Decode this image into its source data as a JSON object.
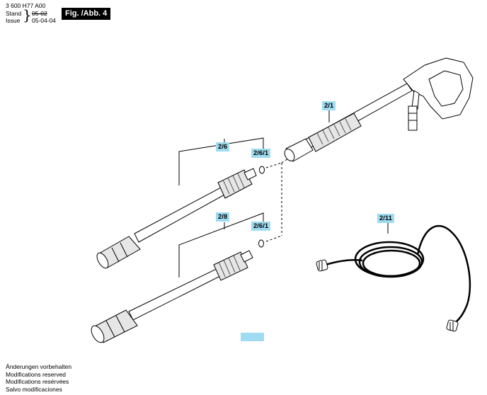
{
  "header": {
    "doc_number": "3 600 H77 A00",
    "stand_label": "Stand",
    "issue_label": "Issue",
    "stand_date": "05-02",
    "issue_date": "05-04-04",
    "figure_label": "Fig. /Abb. 4"
  },
  "parts": {
    "gun": "2/1",
    "lance_top": "2/6",
    "oring_top": "2/6/1",
    "lance_bottom": "2/8",
    "oring_bottom": "2/6/1",
    "hose": "2/11"
  },
  "footer": {
    "de": "Änderungen vorbehalten",
    "en": "Modifications reserved",
    "fr": "Modifications resérvées",
    "es": "Salvo modificaciones"
  },
  "colors": {
    "label_bg": "#9fdcf2"
  }
}
